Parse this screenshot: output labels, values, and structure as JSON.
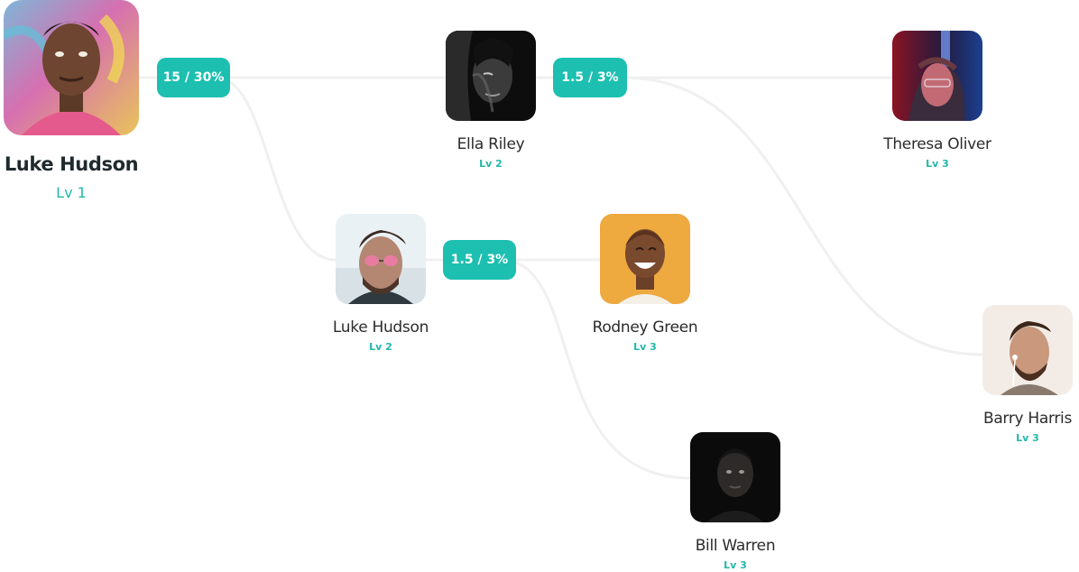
{
  "root": {
    "name": "Luke Hudson",
    "level": "Lv 1",
    "avatar_icon": "man-smiling-avatar"
  },
  "nodes": [
    {
      "id": "ella-riley",
      "name": "Ella Riley",
      "level": "Lv 2",
      "avatar_icon": "woman-bw-portrait-avatar"
    },
    {
      "id": "theresa-oliver",
      "name": "Theresa Oliver",
      "level": "Lv 3",
      "avatar_icon": "woman-neon-light-avatar"
    },
    {
      "id": "luke-hudson-2",
      "name": "Luke Hudson",
      "level": "Lv 2",
      "avatar_icon": "man-sunglasses-avatar"
    },
    {
      "id": "rodney-green",
      "name": "Rodney Green",
      "level": "Lv 3",
      "avatar_icon": "woman-laughing-avatar"
    },
    {
      "id": "barry-harris",
      "name": "Barry Harris",
      "level": "Lv 3",
      "avatar_icon": "man-earphones-avatar"
    },
    {
      "id": "bill-warren",
      "name": "Bill Warren",
      "level": "Lv 3",
      "avatar_icon": "man-dark-portrait-avatar"
    }
  ],
  "badges": [
    {
      "id": "root-to-level2",
      "label": "15 / 30%"
    },
    {
      "id": "ella-riley-to-level3",
      "label": "1.5 / 3%"
    },
    {
      "id": "luke-hudson-to-level3",
      "label": "1.5 / 3%"
    }
  ],
  "colors": {
    "accent": "#1cbfb0",
    "level_text": "#1fb8aa",
    "connector": "#f0f0f0",
    "name_text": "#2b2b2b"
  }
}
